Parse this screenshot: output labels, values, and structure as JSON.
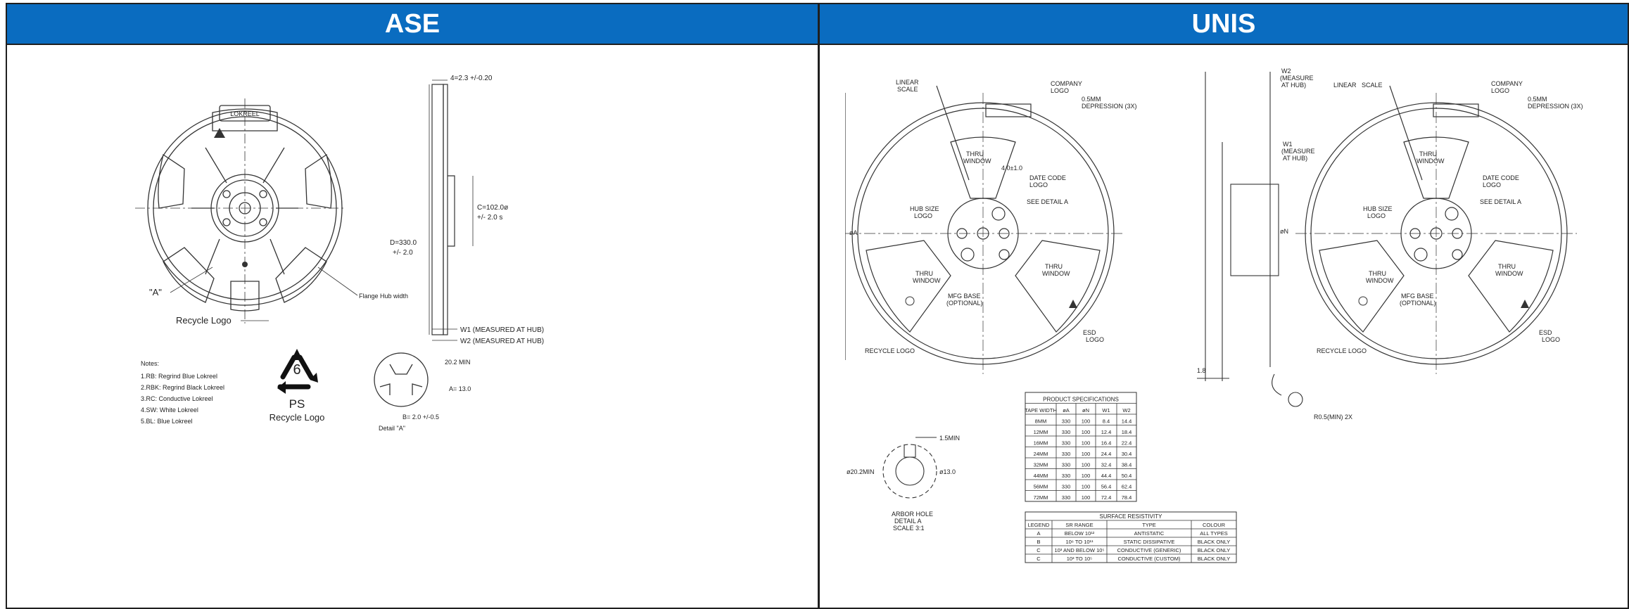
{
  "left": {
    "title": "ASE",
    "drawing": {
      "reel_label": "LOKREEL",
      "dim_thickness": "4=2.3 +/-0.20",
      "dim_hub": "C=102.0ø",
      "dim_hub_tol": "+/- 2.0 s",
      "dim_dia": "D=330.0",
      "dim_dia_tol": "+/- 2.0",
      "detail_marker": "\"A\"",
      "flange_label": "Flange Hub width",
      "w1_label": "W1 (MEASURED AT HUB)",
      "w2_label": "W2 (MEASURED AT HUB)",
      "recycle_logo_label": "Recycle Logo",
      "notes_title": "Notes:",
      "notes": [
        "1.RB: Regrind Blue Lokreel",
        "2.RBK: Regrind Black Lokreel",
        "3.RC: Conductive Lokreel",
        "4.SW: White Lokreel",
        "5.BL: Blue Lokreel"
      ],
      "recycle_number": "6",
      "recycle_ps": "PS",
      "recycle_caption": "Recycle Logo",
      "detail_min": "20.2 MIN",
      "detail_a": "A= 13.0",
      "detail_b": "B= 2.0 +/-0.5",
      "detail_caption": "Detail \"A\""
    }
  },
  "right": {
    "title": "UNIS",
    "drawing": {
      "linear_scale": "LINEAR",
      "linear_scale_2": "SCALE",
      "company_logo": "COMPANY",
      "company_logo_2": "LOGO",
      "depression": "0.5MM",
      "depression_2": "DEPRESSION (3X)",
      "thru_window": "THRU",
      "thru_window_2": "WINDOW",
      "date_code": "DATE CODE",
      "date_code_2": "LOGO",
      "see_detail": "SEE DETAIL A",
      "hub_size": "HUB SIZE",
      "hub_size_2": "LOGO",
      "mfg_base": "MFG BASE",
      "mfg_base_2": "(OPTIONAL)",
      "esd_logo": "ESD",
      "esd_logo_2": "LOGO",
      "recycle_logo": "RECYCLE LOGO",
      "dim_40": "4.0±1.0",
      "phi_a": "øA",
      "phi_n": "øN",
      "w2_label": "W2",
      "w2_measure": "(MEASURE",
      "w2_hub": "AT HUB)",
      "w1_label": "W1",
      "w1_measure": "(MEASURE",
      "w1_hub": "AT HUB)",
      "dim_18": "1.8",
      "r05": "R0.5(MIN) 2X",
      "arbor_min": "1.5MIN",
      "arbor_dia": "ø20.2MIN",
      "arbor_13": "ø13.0",
      "arbor_caption_1": "ARBOR HOLE",
      "arbor_caption_2": "DETAIL A",
      "arbor_caption_3": "SCALE 3:1",
      "spec_title": "PRODUCT SPECIFICATIONS",
      "spec_headers": [
        "TAPE WIDTH",
        "øA",
        "øN",
        "W1",
        "W2"
      ],
      "spec_rows": [
        [
          "8MM",
          "330",
          "100",
          "8.4",
          "14.4"
        ],
        [
          "12MM",
          "330",
          "100",
          "12.4",
          "18.4"
        ],
        [
          "16MM",
          "330",
          "100",
          "16.4",
          "22.4"
        ],
        [
          "24MM",
          "330",
          "100",
          "24.4",
          "30.4"
        ],
        [
          "32MM",
          "330",
          "100",
          "32.4",
          "38.4"
        ],
        [
          "44MM",
          "330",
          "100",
          "44.4",
          "50.4"
        ],
        [
          "56MM",
          "330",
          "100",
          "56.4",
          "62.4"
        ],
        [
          "72MM",
          "330",
          "100",
          "72.4",
          "78.4"
        ]
      ],
      "res_title": "SURFACE RESISTIVITY",
      "res_headers": [
        "LEGEND",
        "SR RANGE",
        "TYPE",
        "COLOUR"
      ],
      "res_rows": [
        [
          "A",
          "BELOW 10¹²",
          "ANTISTATIC",
          "ALL TYPES"
        ],
        [
          "B",
          "10⁶ TO 10¹¹",
          "STATIC DISSIPATIVE",
          "BLACK ONLY"
        ],
        [
          "C",
          "10³ AND BELOW 10⁵",
          "CONDUCTIVE (GENERIC)",
          "BLACK ONLY"
        ],
        [
          "C",
          "10³ TO 10⁵",
          "CONDUCTIVE (CUSTOM)",
          "BLACK ONLY"
        ]
      ]
    }
  }
}
